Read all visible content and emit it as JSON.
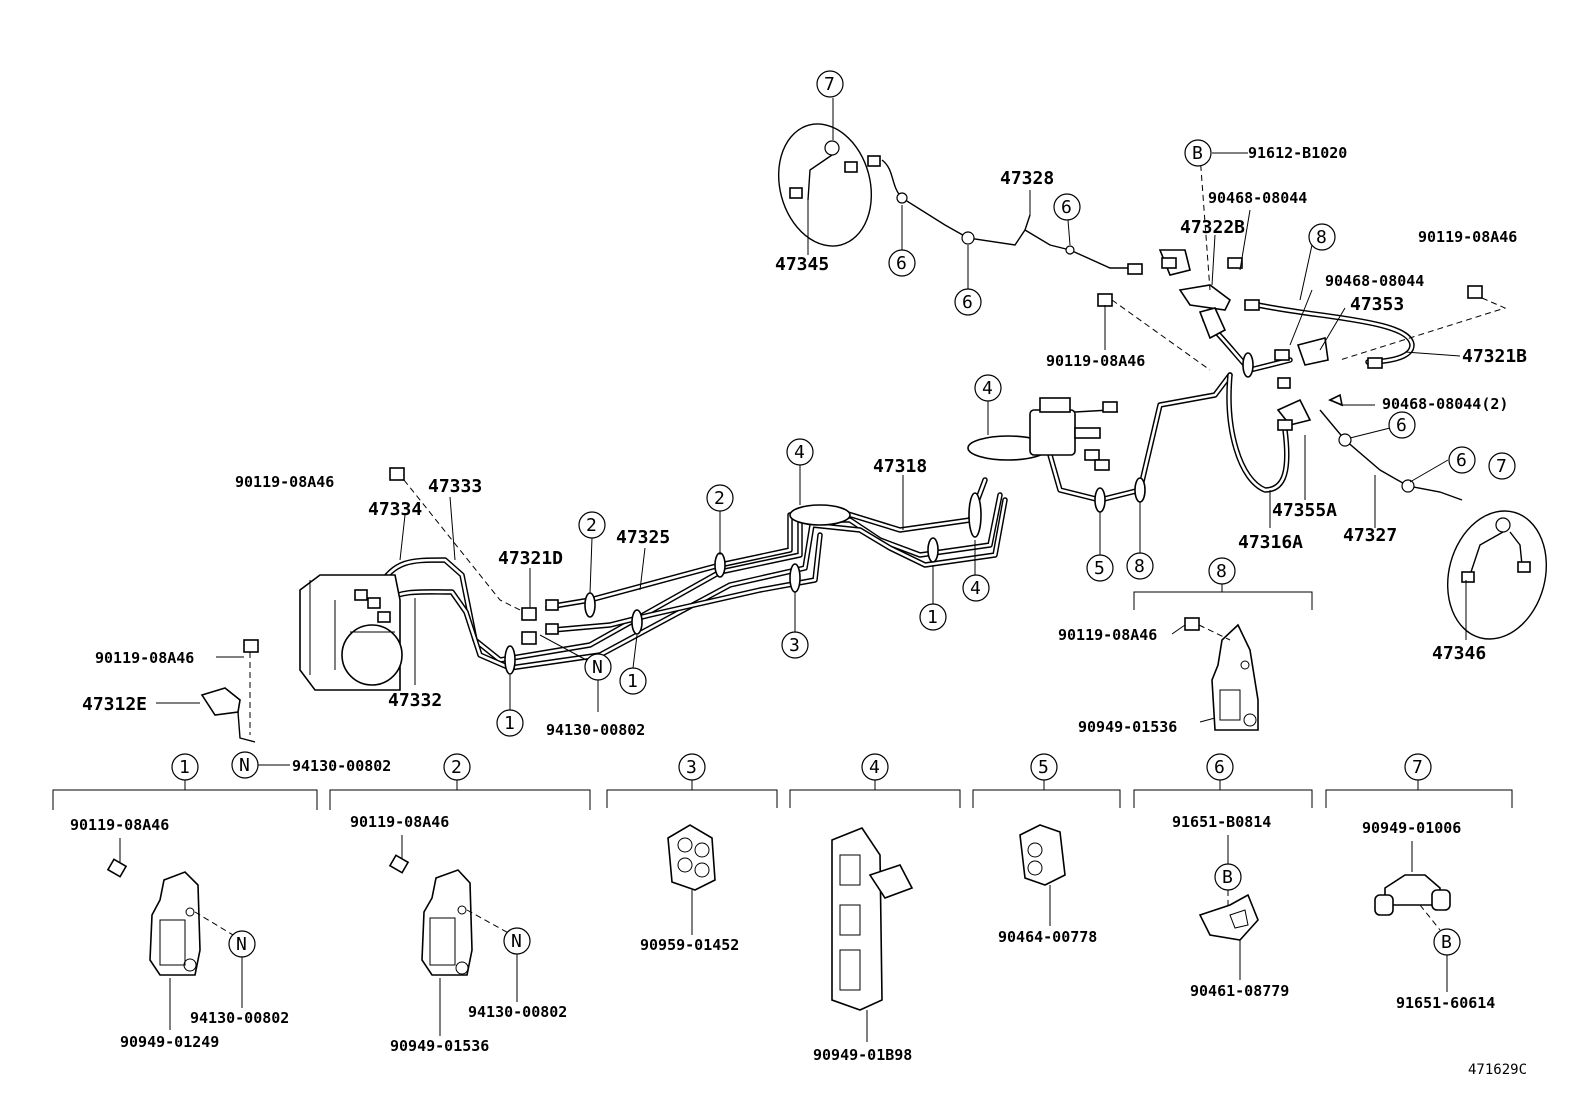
{
  "diagram": {
    "id_code": "471629C",
    "main_parts": {
      "p47345": "47345",
      "p47328": "47328",
      "p47322B": "47322B",
      "p90468_a": "90468-08044",
      "p91612": "91612-B1020",
      "p90119_tr": "90119-08A46",
      "p90468_b": "90468-08044",
      "p47353": "47353",
      "p47321B": "47321B",
      "p90119_mid": "90119-08A46",
      "p90468_c": "90468-08044(2)",
      "p47318": "47318",
      "p47355A": "47355A",
      "p47316A": "47316A",
      "p47327": "47327",
      "p47346": "47346",
      "p90119_left": "90119-08A46",
      "p47333": "47333",
      "p47334": "47334",
      "p47321D": "47321D",
      "p47325": "47325",
      "p47332": "47332",
      "p94130_mid": "94130-00802",
      "p90119_ll": "90119-08A46",
      "p47312E": "47312E",
      "p94130_ll": "94130-00802",
      "p90119_c8": "90119-08A46",
      "p90949_c8": "90949-01536"
    },
    "detail_groups": {
      "g1": {
        "n1": "90119-08A46",
        "n2": "94130-00802",
        "n3": "90949-01249"
      },
      "g2": {
        "n1": "90119-08A46",
        "n2": "94130-00802",
        "n3": "90949-01536"
      },
      "g3": {
        "n1": "90959-01452"
      },
      "g4": {
        "n1": "90949-01B98"
      },
      "g5": {
        "n1": "90464-00778"
      },
      "g6": {
        "n1": "91651-B0814",
        "n2": "90461-08779"
      },
      "g7": {
        "n1": "90949-01006",
        "n2": "91651-60614"
      }
    },
    "callouts": {
      "c1": "1",
      "c2": "2",
      "c3": "3",
      "c4": "4",
      "c5": "5",
      "c6": "6",
      "c7": "7",
      "c8": "8",
      "cB": "B",
      "cN": "N"
    }
  }
}
